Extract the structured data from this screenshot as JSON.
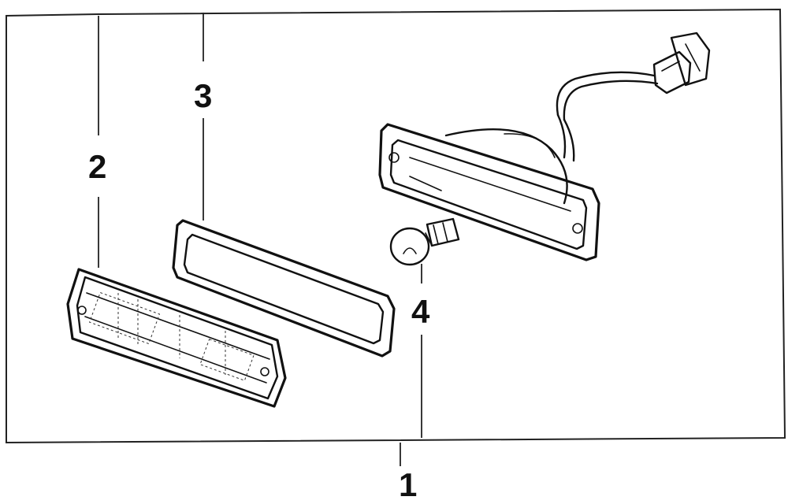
{
  "callouts": {
    "assembly": "1",
    "lens": "2",
    "gasket": "3",
    "bulb": "4"
  }
}
